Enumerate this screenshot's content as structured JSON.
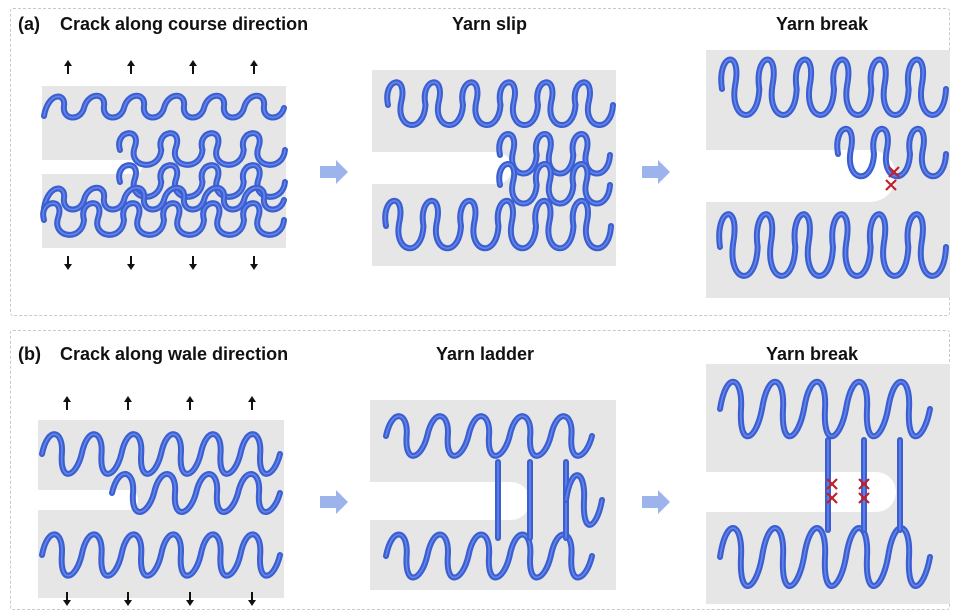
{
  "panel_a": {
    "label": "(a)",
    "stages": [
      {
        "title": "Crack along course direction"
      },
      {
        "title": "Yarn slip"
      },
      {
        "title": "Yarn break"
      }
    ]
  },
  "panel_b": {
    "label": "(b)",
    "stages": [
      {
        "title": "Crack along wale direction"
      },
      {
        "title": "Yarn ladder"
      },
      {
        "title": "Yarn break"
      }
    ]
  },
  "colors": {
    "yarn": "#3b5fd1",
    "yarn_highlight": "#6f8ff0",
    "background_patch": "#e6e6e6",
    "break_mark": "#c0202a",
    "flow_arrow": "#9db3ec",
    "panel_border": "#c9c9c9"
  }
}
